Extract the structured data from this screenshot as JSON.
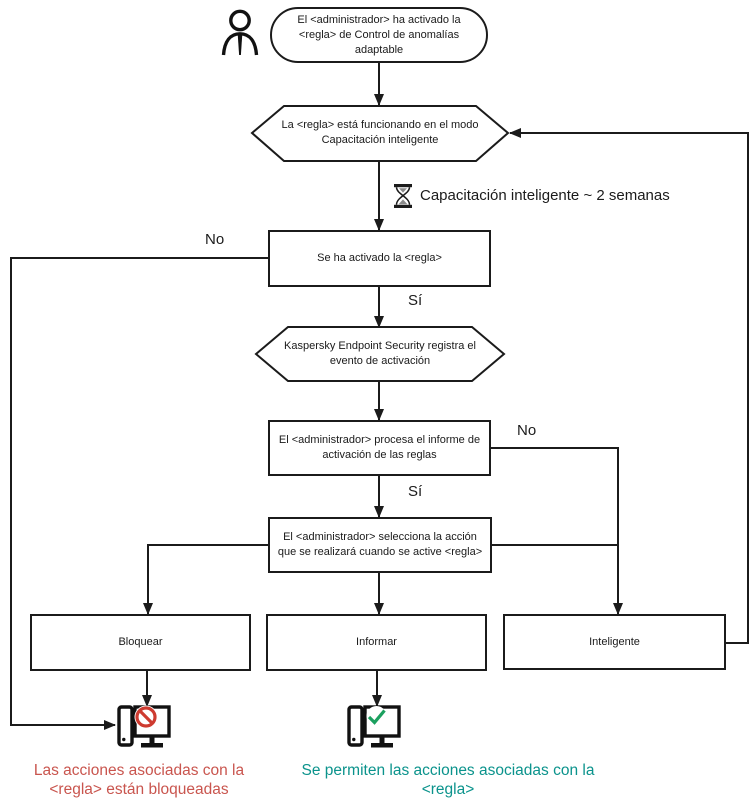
{
  "diagram": {
    "start": {
      "text": "El <administrador> ha activado la <regla> de Control de anomalías adaptable"
    },
    "hex_training": {
      "text": "La <regla> está funcionando en el modo Capacitación inteligente"
    },
    "timer": {
      "text": "Capacitación inteligente ~ 2 semanas"
    },
    "rule_triggered": {
      "text": "Se ha activado la <regla>"
    },
    "hex_registers": {
      "text": "Kaspersky Endpoint Security registra el evento de activación"
    },
    "admin_processes": {
      "text": "El <administrador> procesa el informe de activación de las reglas"
    },
    "admin_selects": {
      "text": "El <administrador> selecciona la acción que se realizará cuando se active <regla>"
    },
    "actions": {
      "block": "Bloquear",
      "inform": "Informar",
      "smart": "Inteligente"
    },
    "labels": {
      "no_left": "No",
      "yes_first": "Sí",
      "no_right": "No",
      "yes_second": "Sí"
    },
    "captions": {
      "blocked": "Las acciones asociadas con la <regla> están bloqueadas",
      "allowed": "Se permiten las acciones asociadas con la <regla>"
    },
    "icons": {
      "administrator": "person-outline",
      "timer": "hourglass",
      "blocked_result": "computer-prohibited",
      "allowed_result": "computer-check"
    },
    "colors": {
      "line": "#1b1b1b",
      "blocked_text": "#C9554E",
      "allowed_text": "#0B938C",
      "prohibit_sign": "#CE3B30",
      "check_sign": "#1CA05F"
    }
  }
}
